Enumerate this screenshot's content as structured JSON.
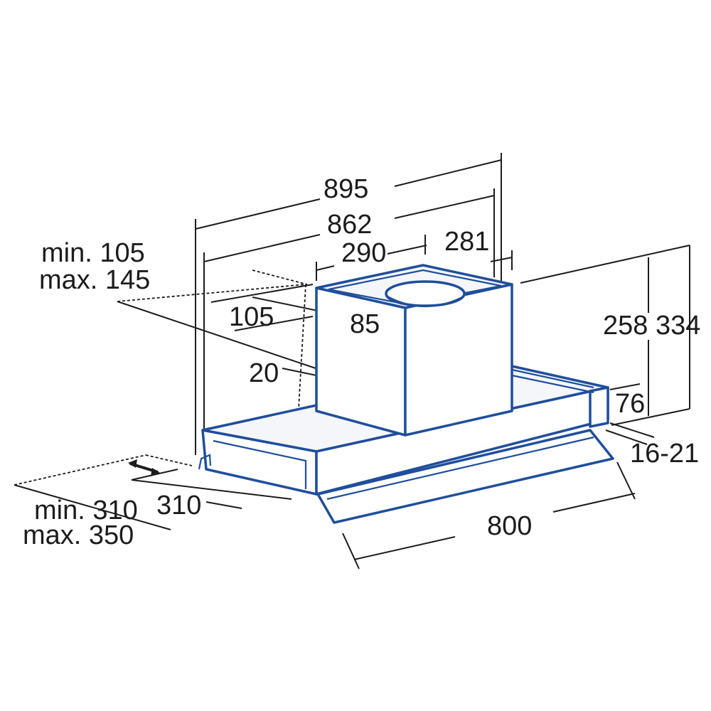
{
  "dimensions": {
    "total_width": "895",
    "inner_width": "862",
    "chimney_width": "290",
    "chimney_offset": "281",
    "depth_range_min": "min. 105",
    "depth_range_max": "max. 145",
    "chimney_depth": "105",
    "duct_offset": "85",
    "chimney_gap": "20",
    "height_body": "258",
    "height_total": "334",
    "height_front": "76",
    "front_lip": "16-21",
    "drawer_depth": "310",
    "drawer_range_min": "min. 310",
    "drawer_range_max": "max. 350",
    "front_width": "800"
  },
  "colors": {
    "hood_outline": "#1f4e9c",
    "dimension_lines": "#1c1c1c"
  }
}
